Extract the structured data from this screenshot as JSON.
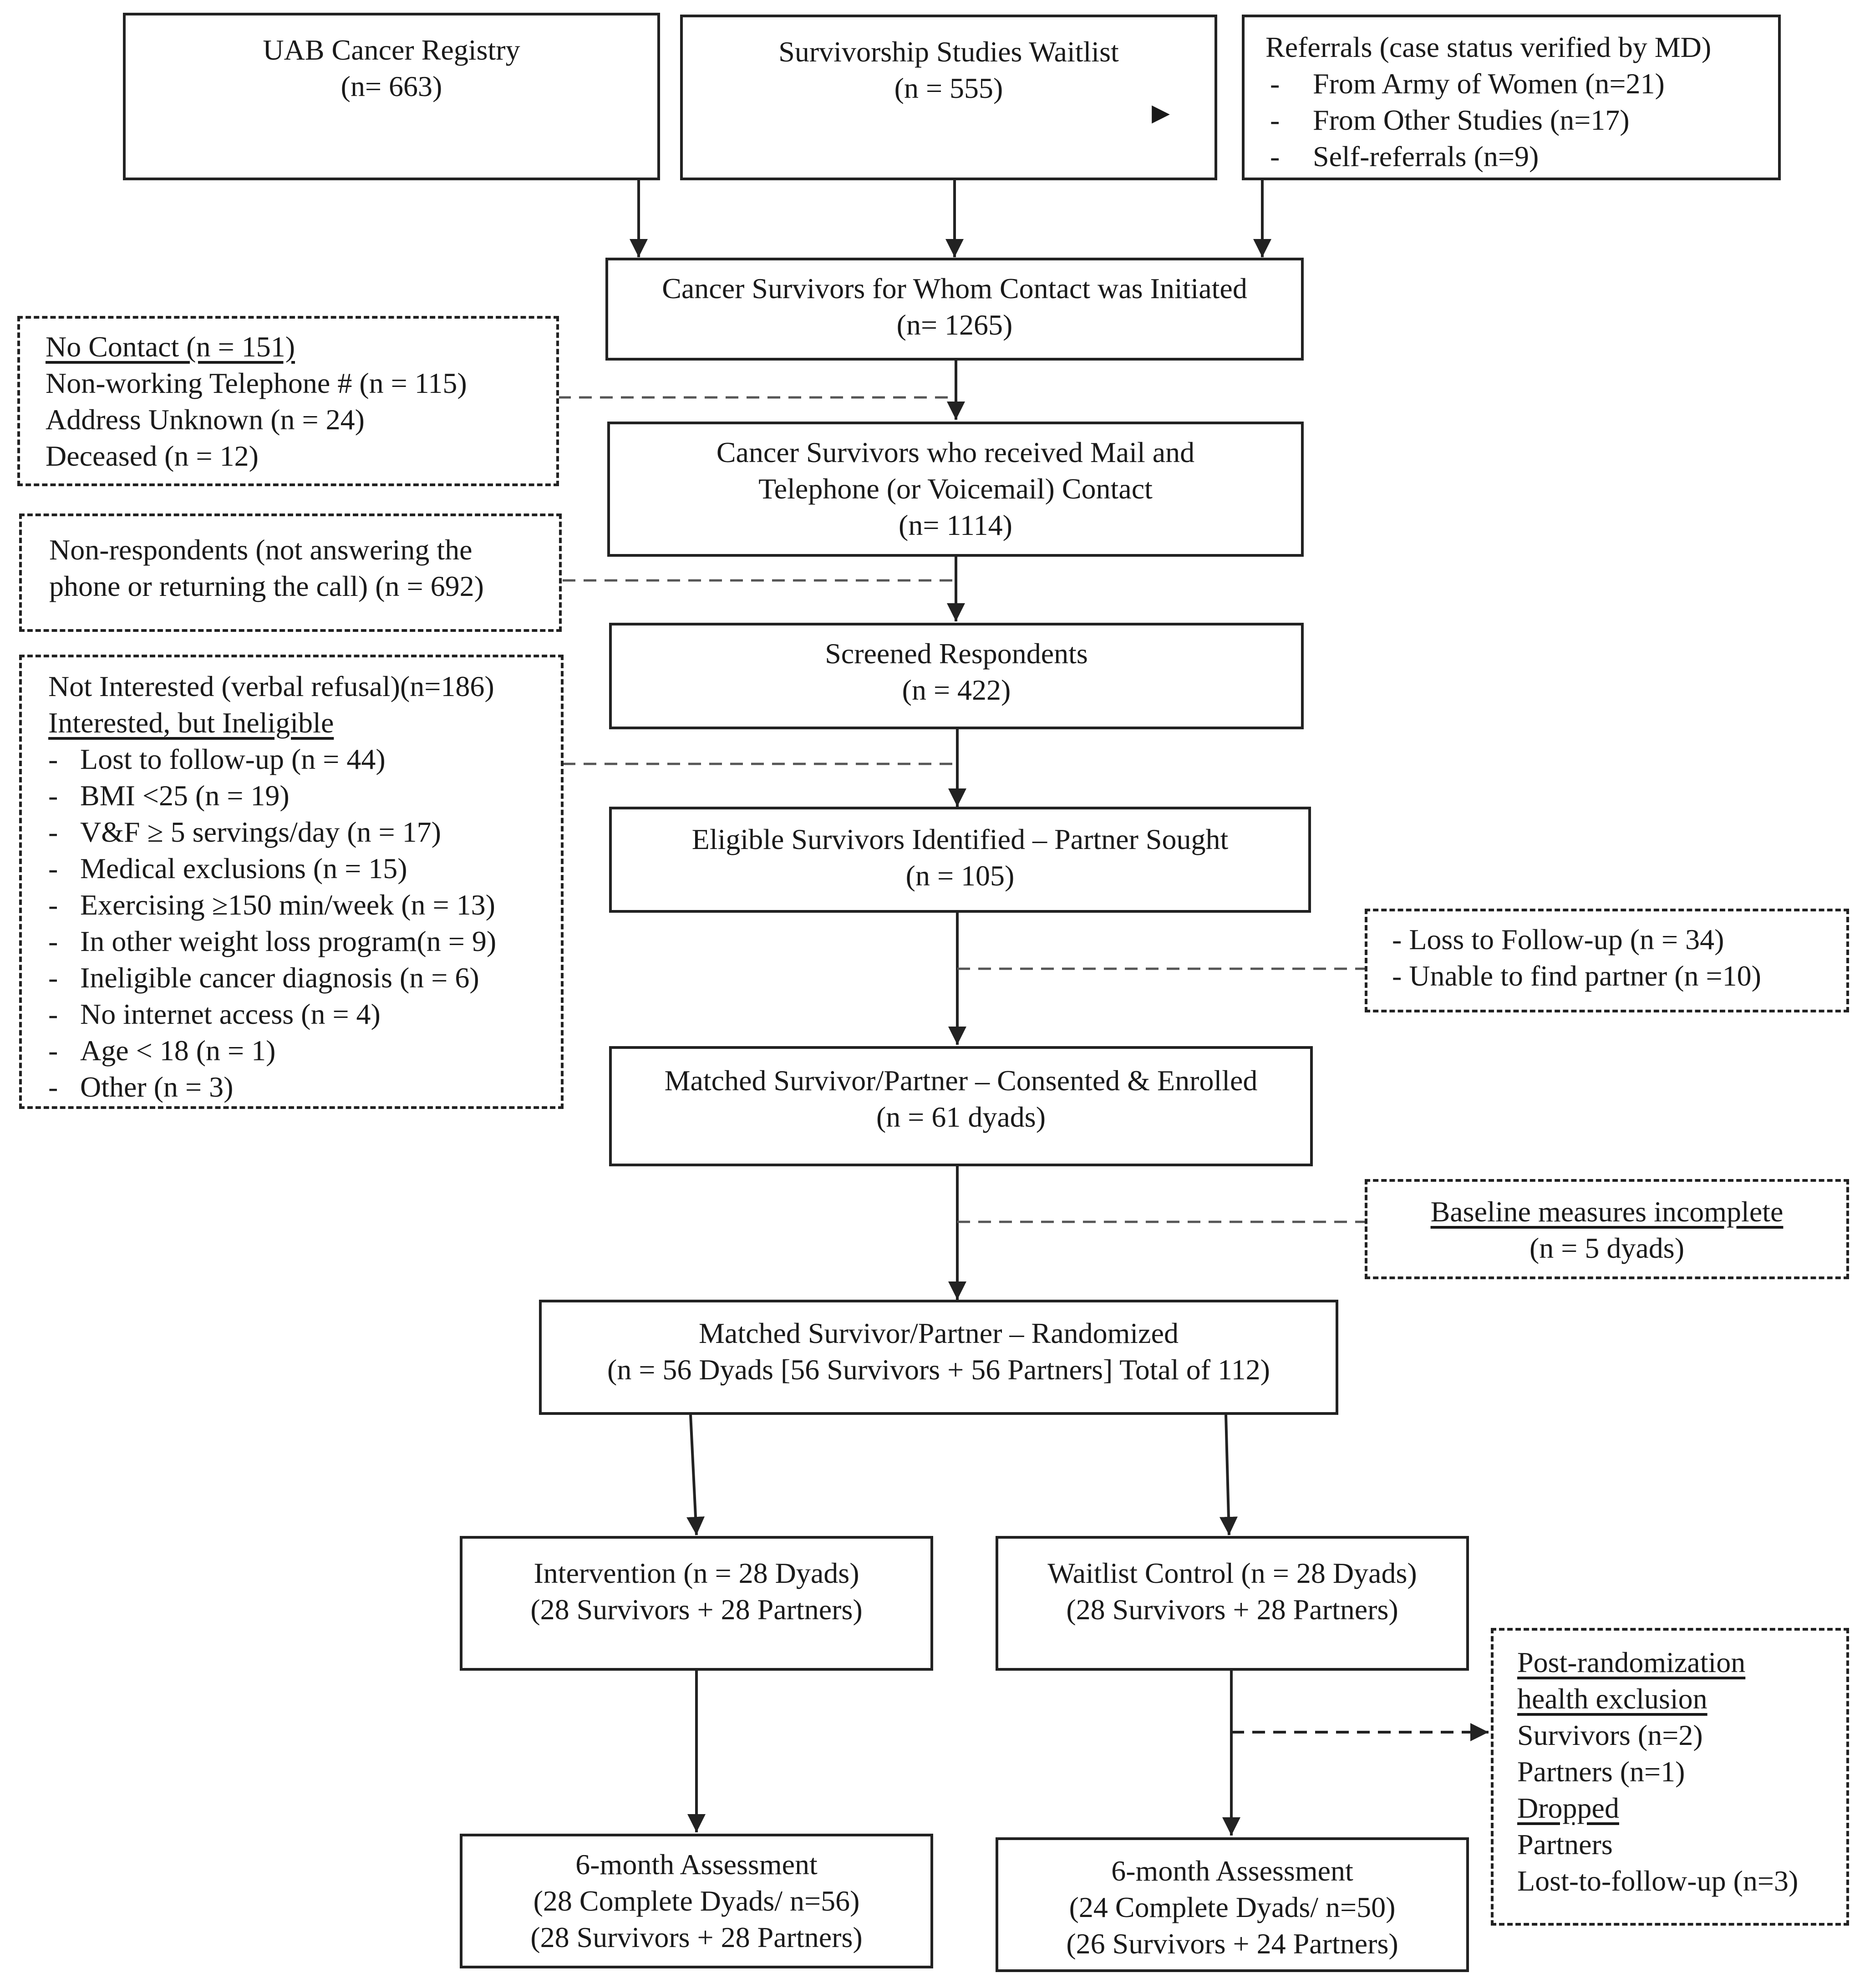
{
  "sources": {
    "registry": {
      "title": "UAB Cancer Registry",
      "count": "(n= 663)"
    },
    "waitlist": {
      "title": "Survivorship Studies Waitlist",
      "count": "(n = 555)",
      "marker": "▶"
    },
    "referrals": {
      "title": "Referrals (case status verified by MD)",
      "items": [
        "From Army of Women (n=21)",
        "From Other Studies (n=17)",
        "Self-referrals (n=9)"
      ]
    }
  },
  "flow": {
    "initiated": {
      "line1": "Cancer Survivors for Whom Contact was Initiated",
      "line2": "(n= 1265)"
    },
    "contacted": {
      "line1": "Cancer Survivors who received Mail and",
      "line2": "Telephone (or Voicemail) Contact",
      "line3": "(n= 1114)"
    },
    "screened": {
      "line1": "Screened Respondents",
      "line2": "(n = 422)"
    },
    "eligible": {
      "line1": "Eligible Survivors Identified – Partner Sought",
      "line2": "(n = 105)"
    },
    "enrolled": {
      "line1": "Matched Survivor/Partner – Consented & Enrolled",
      "line2": "(n = 61 dyads)"
    },
    "randomized": {
      "line1": "Matched Survivor/Partner – Randomized",
      "line2": "(n = 56 Dyads [56 Survivors + 56 Partners] Total of 112)"
    },
    "intervention": {
      "line1": "Intervention (n = 28 Dyads)",
      "line2": "(28 Survivors + 28 Partners)"
    },
    "control": {
      "line1": "Waitlist Control (n = 28 Dyads)",
      "line2": "(28 Survivors + 28 Partners)"
    },
    "assessment_intervention": {
      "line1": "6-month Assessment",
      "line2": "(28 Complete Dyads/ n=56)",
      "line3": "(28 Survivors + 28 Partners)"
    },
    "assessment_control": {
      "line1": "6-month Assessment",
      "line2": "(24 Complete Dyads/ n=50)",
      "line3": "(26 Survivors + 24 Partners)"
    }
  },
  "exclusions": {
    "no_contact": {
      "heading": "No Contact (n = 151)",
      "items": [
        "Non-working Telephone # (n = 115)",
        "Address Unknown (n = 24)",
        "Deceased (n = 12)"
      ]
    },
    "non_respondents": {
      "line1": "Non-respondents (not answering the",
      "line2": "phone or returning the call) (n = 692)"
    },
    "ineligible": {
      "line1": "Not Interested (verbal refusal)(n=186)",
      "heading": "Interested, but Ineligible",
      "items": [
        "Lost to follow-up (n = 44)",
        "BMI <25 (n = 19)",
        "V&F ≥ 5 servings/day (n = 17)",
        "Medical exclusions (n = 15)",
        "Exercising ≥150 min/week (n = 13)",
        "In other weight loss program(n = 9)",
        "Ineligible cancer diagnosis (n = 6)",
        "No internet access (n = 4)",
        "Age < 18 (n = 1)",
        "Other (n = 3)"
      ]
    },
    "partner_loss": {
      "items": [
        "Loss to Follow-up (n = 34)",
        "Unable to find partner (n =10)"
      ]
    },
    "baseline": {
      "heading": "Baseline measures incomplete",
      "count": "(n = 5 dyads)"
    },
    "post_randomization": {
      "heading1": "Post-randomization",
      "heading2": "health exclusion",
      "survivors": "Survivors (n=2)",
      "partners": "Partners (n=1)",
      "dropped": "Dropped",
      "dropped_group": "Partners",
      "lost": "Lost-to-follow-up (n=3)"
    }
  }
}
